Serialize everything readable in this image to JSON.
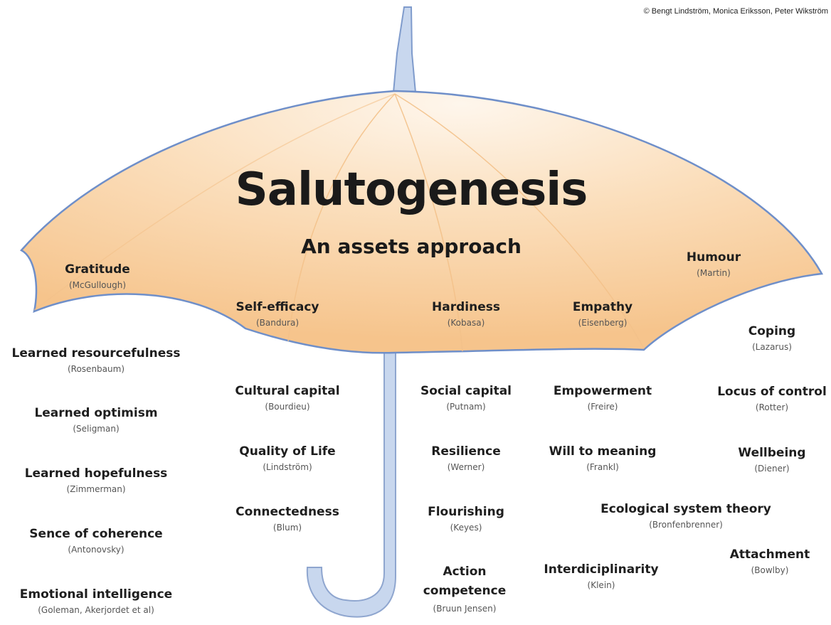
{
  "copyright": "© Bengt Lindström, Monica Eriksson, Peter Wikström",
  "title": "Salutogenesis",
  "subtitle": "An assets approach",
  "canopy_concepts": [
    {
      "name": "Gratitude",
      "author": "(McGullough)"
    },
    {
      "name": "Self-efficacy",
      "author": "(Bandura)"
    },
    {
      "name": "Hardiness",
      "author": "(Kobasa)"
    },
    {
      "name": "Empathy",
      "author": "(Eisenberg)"
    },
    {
      "name": "Humour",
      "author": "(Martin)"
    }
  ],
  "left_concepts": [
    {
      "name": "Learned resourcefulness",
      "author": "(Rosenbaum)"
    },
    {
      "name": "Learned optimism",
      "author": "(Seligman)"
    },
    {
      "name": "Learned hopefulness",
      "author": "(Zimmerman)"
    },
    {
      "name": "Sence of coherence",
      "author": "(Antonovsky)"
    },
    {
      "name": "Emotional intelligence",
      "author": "(Goleman, Akerjordet et al)"
    }
  ],
  "center_left_concepts": [
    {
      "name": "Cultural capital",
      "author": "(Bourdieu)"
    },
    {
      "name": "Quality of Life",
      "author": "(Lindström)"
    },
    {
      "name": "Connectedness",
      "author": "(Blum)"
    }
  ],
  "center_right_concepts": [
    {
      "name": "Social capital",
      "author": "(Putnam)"
    },
    {
      "name": "Resilience",
      "author": "(Werner)"
    },
    {
      "name": "Flourishing",
      "author": "(Keyes)"
    },
    {
      "name": "Action competence",
      "author": "(Bruun Jensen)"
    }
  ],
  "right_concepts": [
    {
      "name": "Empowerment",
      "author": "(Freire)"
    },
    {
      "name": "Will to meaning",
      "author": "(Frankl)"
    },
    {
      "name": "Ecological system theory",
      "author": "(Bronfenbrenner)"
    },
    {
      "name": "Interdiciplinarity",
      "author": "(Klein)"
    },
    {
      "name": "Coping",
      "author": "(Lazarus)"
    },
    {
      "name": "Locus of control",
      "author": "(Rotter)"
    },
    {
      "name": "Wellbeing",
      "author": "(Diener)"
    },
    {
      "name": "Attachment",
      "author": "(Bowlby)"
    }
  ],
  "colors": {
    "canopy": "#f9d3a3",
    "canopy_light": "#fdebd6",
    "canopy_edge": "#6f8fc9",
    "handle": "#c8d7ee",
    "handle_edge": "#8fa6cf"
  }
}
